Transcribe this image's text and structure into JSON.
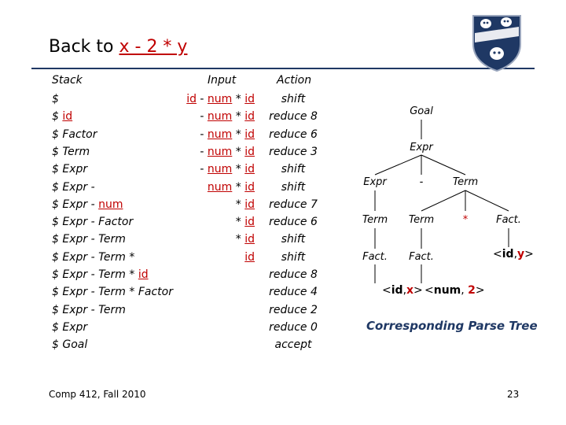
{
  "title": {
    "prefix": "Back to",
    "expr": "x - 2 * y"
  },
  "table": {
    "headers": {
      "stack": "Stack",
      "input": "Input",
      "action": "Action"
    },
    "rows": [
      {
        "stack": [
          [
            "t",
            "$"
          ]
        ],
        "input": [
          [
            "r",
            "id"
          ],
          [
            "t",
            " - "
          ],
          [
            "r",
            "num"
          ],
          [
            "t",
            " * "
          ],
          [
            "r",
            "id"
          ]
        ],
        "action": "shift"
      },
      {
        "stack": [
          [
            "t",
            "$ "
          ],
          [
            "r",
            "id"
          ]
        ],
        "input": [
          [
            "t",
            "- "
          ],
          [
            "r",
            "num"
          ],
          [
            "t",
            " * "
          ],
          [
            "r",
            "id"
          ]
        ],
        "action": "reduce 8"
      },
      {
        "stack": [
          [
            "t",
            "$ Factor"
          ]
        ],
        "input": [
          [
            "t",
            "- "
          ],
          [
            "r",
            "num"
          ],
          [
            "t",
            " * "
          ],
          [
            "r",
            "id"
          ]
        ],
        "action": "reduce 6"
      },
      {
        "stack": [
          [
            "t",
            "$ Term"
          ]
        ],
        "input": [
          [
            "t",
            "- "
          ],
          [
            "r",
            "num"
          ],
          [
            "t",
            " * "
          ],
          [
            "r",
            "id"
          ]
        ],
        "action": "reduce 3"
      },
      {
        "stack": [
          [
            "t",
            "$ Expr"
          ]
        ],
        "input": [
          [
            "t",
            "- "
          ],
          [
            "r",
            "num"
          ],
          [
            "t",
            " * "
          ],
          [
            "r",
            "id"
          ]
        ],
        "action": "shift"
      },
      {
        "stack": [
          [
            "t",
            "$ Expr -"
          ]
        ],
        "input": [
          [
            "r",
            "num"
          ],
          [
            "t",
            " * "
          ],
          [
            "r",
            "id"
          ]
        ],
        "action": "shift"
      },
      {
        "stack": [
          [
            "t",
            "$ Expr - "
          ],
          [
            "r",
            "num"
          ]
        ],
        "input": [
          [
            "t",
            "* "
          ],
          [
            "r",
            "id"
          ]
        ],
        "action": "reduce 7"
      },
      {
        "stack": [
          [
            "t",
            "$ Expr - Factor"
          ]
        ],
        "input": [
          [
            "t",
            "* "
          ],
          [
            "r",
            "id"
          ]
        ],
        "action": "reduce 6"
      },
      {
        "stack": [
          [
            "t",
            "$ Expr - Term"
          ]
        ],
        "input": [
          [
            "t",
            "* "
          ],
          [
            "r",
            "id"
          ]
        ],
        "action": "shift"
      },
      {
        "stack": [
          [
            "t",
            "$ Expr - Term *"
          ]
        ],
        "input": [
          [
            "r",
            "id"
          ]
        ],
        "action": "shift"
      },
      {
        "stack": [
          [
            "t",
            "$ Expr - Term * "
          ],
          [
            "r",
            "id"
          ]
        ],
        "input": [],
        "action": "reduce 8"
      },
      {
        "stack": [
          [
            "t",
            "$ Expr - Term * Factor"
          ]
        ],
        "input": [],
        "action": "reduce 4"
      },
      {
        "stack": [
          [
            "t",
            "$ Expr - Term"
          ]
        ],
        "input": [],
        "action": "reduce 2"
      },
      {
        "stack": [
          [
            "t",
            "$ Expr"
          ]
        ],
        "input": [],
        "action": "reduce 0"
      },
      {
        "stack": [
          [
            "t",
            "$ Goal"
          ]
        ],
        "input": [],
        "action": "accept"
      }
    ]
  },
  "tree": {
    "nodes": {
      "goal": "Goal",
      "expr_root": "Expr",
      "expr_left": "Expr",
      "minus": "-",
      "term_right": "Term",
      "term_left": "Term",
      "term_mid": "Term",
      "star": "*",
      "fact_right": "Fact.",
      "fact_left": "Fact.",
      "fact_mid": "Fact."
    },
    "leaves": {
      "x": {
        "open": "<",
        "kind": "id",
        "sep": ",",
        "value": "x",
        "close": ">"
      },
      "two": {
        "open": "<",
        "kind": "num",
        "sep": ", ",
        "value": "2",
        "close": ">"
      },
      "y": {
        "open": "<",
        "kind": "id",
        "sep": ",",
        "value": "y",
        "close": ">"
      }
    },
    "caption": "Corresponding Parse Tree"
  },
  "footer": "Comp 412, Fall 2010",
  "page_number": "23",
  "logo": {
    "name": "rice-university-shield",
    "color": "#1f3864"
  }
}
